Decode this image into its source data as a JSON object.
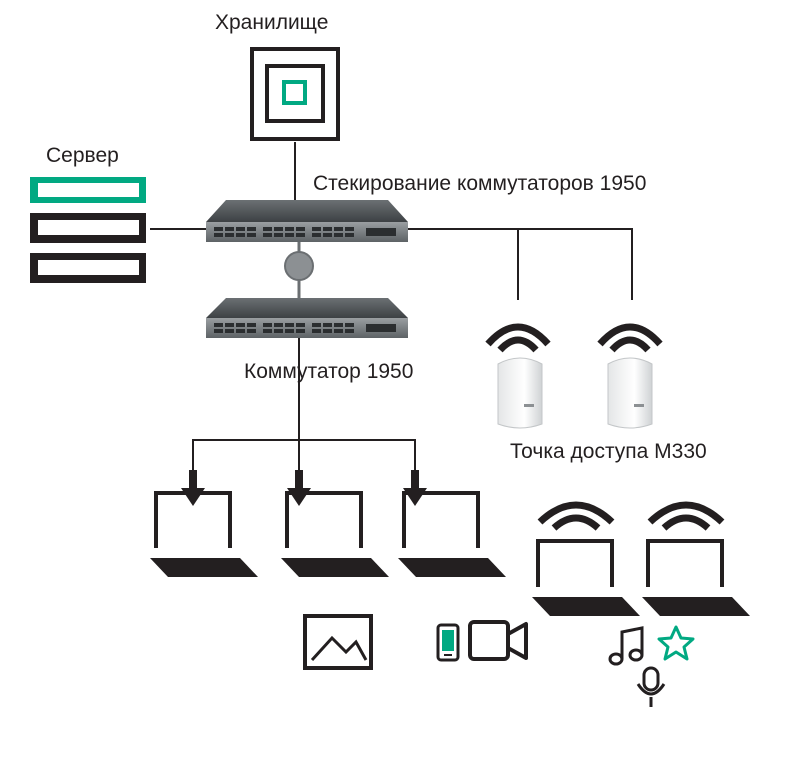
{
  "labels": {
    "storage": "Хранилище",
    "server": "Сервер",
    "stack": "Стекирование коммутаторов 1950",
    "switch": "Коммутатор 1950",
    "access_point": "Точка доступа M330"
  },
  "icons": {
    "storage": "storage-icon",
    "server": "server-rack-icon",
    "switch": "network-switch-icon",
    "stack_link": "stack-link-icon",
    "wifi": "wifi-signal-icon",
    "access_point": "access-point-icon",
    "laptop": "laptop-icon",
    "download_arrow": "download-arrow-icon",
    "image": "image-icon",
    "phone": "smartphone-icon",
    "video": "video-camera-icon",
    "music": "music-note-icon",
    "star": "star-icon",
    "mic": "microphone-icon"
  },
  "colors": {
    "accent": "#01a982",
    "ink": "#231f20",
    "device": "#4a4f52"
  }
}
